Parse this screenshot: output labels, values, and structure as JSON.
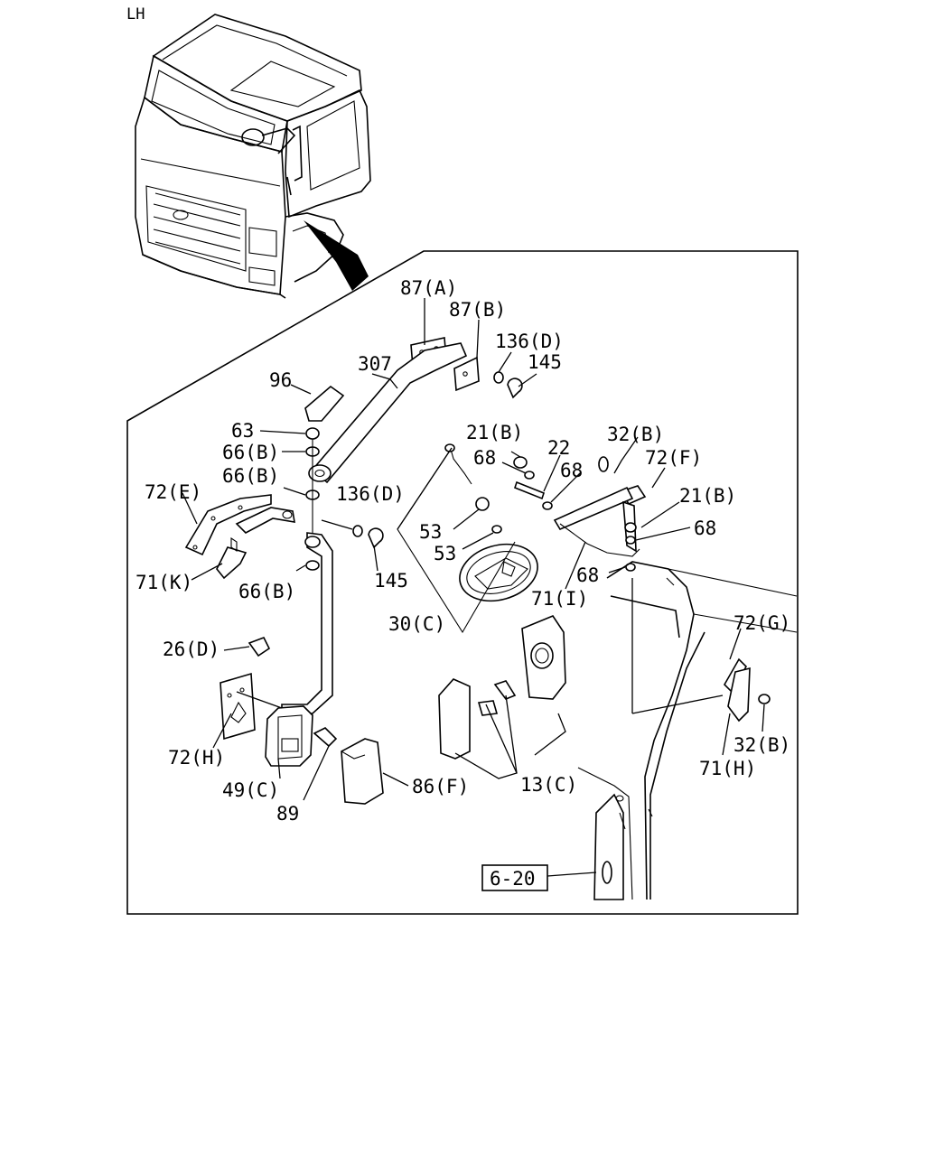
{
  "side_label": "LH",
  "callouts": [
    {
      "id": "c-87a",
      "text": "87(A)"
    },
    {
      "id": "c-87b",
      "text": "87(B)"
    },
    {
      "id": "c-136d-top",
      "text": "136(D)"
    },
    {
      "id": "c-145-top",
      "text": "145"
    },
    {
      "id": "c-307",
      "text": "307"
    },
    {
      "id": "c-96",
      "text": "96"
    },
    {
      "id": "c-63",
      "text": "63"
    },
    {
      "id": "c-66b-1",
      "text": "66(B)"
    },
    {
      "id": "c-66b-2",
      "text": "66(B)"
    },
    {
      "id": "c-136d-mid",
      "text": "136(D)"
    },
    {
      "id": "c-72e",
      "text": "72(E)"
    },
    {
      "id": "c-71k",
      "text": "71(K)"
    },
    {
      "id": "c-66b-3",
      "text": "66(B)"
    },
    {
      "id": "c-145-mid",
      "text": "145"
    },
    {
      "id": "c-21b-1",
      "text": "21(B)"
    },
    {
      "id": "c-68-1",
      "text": "68"
    },
    {
      "id": "c-22",
      "text": "22"
    },
    {
      "id": "c-68-2",
      "text": "68"
    },
    {
      "id": "c-32b-top",
      "text": "32(B)"
    },
    {
      "id": "c-72f",
      "text": "72(F)"
    },
    {
      "id": "c-21b-2",
      "text": "21(B)"
    },
    {
      "id": "c-68-3",
      "text": "68"
    },
    {
      "id": "c-53-1",
      "text": "53"
    },
    {
      "id": "c-53-2",
      "text": "53"
    },
    {
      "id": "c-68-4",
      "text": "68"
    },
    {
      "id": "c-71i",
      "text": "71(I)"
    },
    {
      "id": "c-30c",
      "text": "30(C)"
    },
    {
      "id": "c-26d",
      "text": "26(D)"
    },
    {
      "id": "c-72g",
      "text": "72(G)"
    },
    {
      "id": "c-72h",
      "text": "72(H)"
    },
    {
      "id": "c-49c",
      "text": "49(C)"
    },
    {
      "id": "c-89",
      "text": "89"
    },
    {
      "id": "c-86f",
      "text": "86(F)"
    },
    {
      "id": "c-13c",
      "text": "13(C)"
    },
    {
      "id": "c-32b-bot",
      "text": "32(B)"
    },
    {
      "id": "c-71h",
      "text": "71(H)"
    }
  ],
  "reference_box": "6-20"
}
